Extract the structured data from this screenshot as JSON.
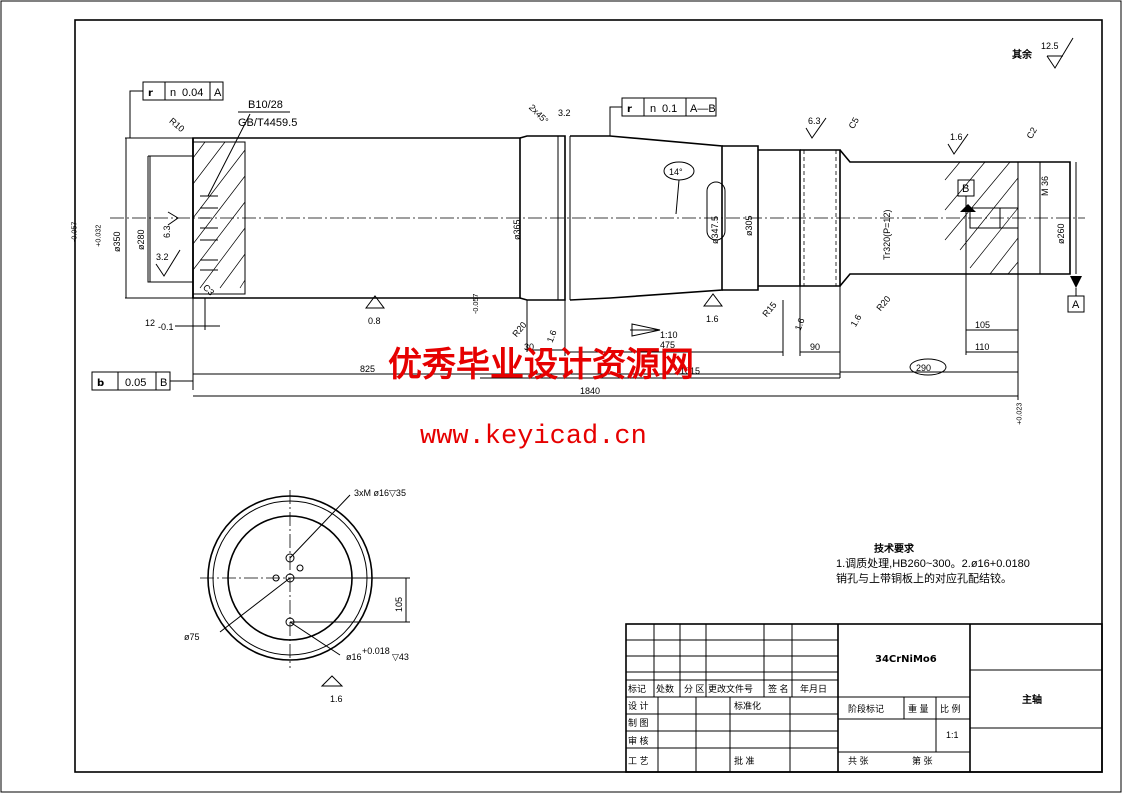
{
  "surface_roughness_default": {
    "label": "其余",
    "value": "12.5"
  },
  "tolerance_frames": {
    "runout_left": {
      "symbol": "r",
      "sub": "n",
      "value": "0.04",
      "datum": "A"
    },
    "runout_mid": {
      "symbol": "r",
      "sub": "n",
      "value": "0.1",
      "datum": "A—B"
    },
    "flatness_bottom": {
      "symbol": "b",
      "value": "0.05",
      "datum": "B"
    }
  },
  "datums": {
    "a": "A",
    "b": "B"
  },
  "main_view_labels": {
    "center_hole": "B10/28",
    "center_hole_std": "GB/T4459.5",
    "chamfer_left": "2x45°",
    "ra_32_top": "3.2",
    "r10": "R10",
    "ra_63_right": "6.3",
    "c5": "C5",
    "ra_16_right": "1.6",
    "c2": "C2",
    "angle": "14°",
    "dia_350": "ø350",
    "dia_350_tol": "-0.057",
    "dia_280": "ø280",
    "dia_280_tol": "+0.032",
    "ra_63_left": "6.3",
    "ra_32_left": "3.2",
    "c3": "C3",
    "dia_365": "ø365",
    "dia_365_tol": "-0.057",
    "dia_347": "ø347.5",
    "dia_305": "ø305",
    "thread": "Tr320(P=12)",
    "m36": "M 36",
    "dia_260": "ø260",
    "dia_260_tol": "+0.023",
    "r20": "R20",
    "ra_16_a": "1.6",
    "ra_08": "0.8",
    "r15": "R15",
    "ra_16_b": "1.6",
    "ra_16_c": "1.6",
    "ra_16_d": "1.6",
    "r20b": "R20",
    "taper": "1:10",
    "dim_12": "12",
    "dim_12_tol": "-0.1",
    "dim_30": "30",
    "dim_475": "475",
    "dim_90": "90",
    "dim_105": "105",
    "dim_110": "110",
    "dim_825": "825",
    "dim_1015": "1015",
    "dim_290": "290",
    "dim_1840": "1840"
  },
  "end_view_labels": {
    "holes_top": "3xM ø16▽35",
    "dim_105": "105",
    "dia_75": "ø75",
    "holes_bottom": "ø16",
    "holes_bottom_tol": "+0.018",
    "holes_bottom_depth": "▽43",
    "ra": "1.6"
  },
  "tech_req": {
    "title": "技术要求",
    "line1": "1.调质处理,HB260~300。2.ø16+0.0180",
    "line2": "销孔与上带铜板上的对应孔配结铰。"
  },
  "title_block": {
    "material": "34CrNiMo6",
    "part_name": "主轴",
    "scale": "1:1",
    "row_headers": [
      "标记",
      "处数",
      "分 区",
      "更改文件号",
      "签 名",
      "年月日"
    ],
    "design": "设 计",
    "standardization": "标准化",
    "stage_mark": "阶段标记",
    "weight": "重 量",
    "scale_label": "比 例",
    "drawing": "制 图",
    "review": "审 核",
    "process": "工 艺",
    "approve": "批 准",
    "sheets_total": "共    张",
    "sheet_no": "第    张"
  },
  "watermark": {
    "line1": "优秀毕业设计资源网",
    "line2": "www.keyicad.cn"
  }
}
